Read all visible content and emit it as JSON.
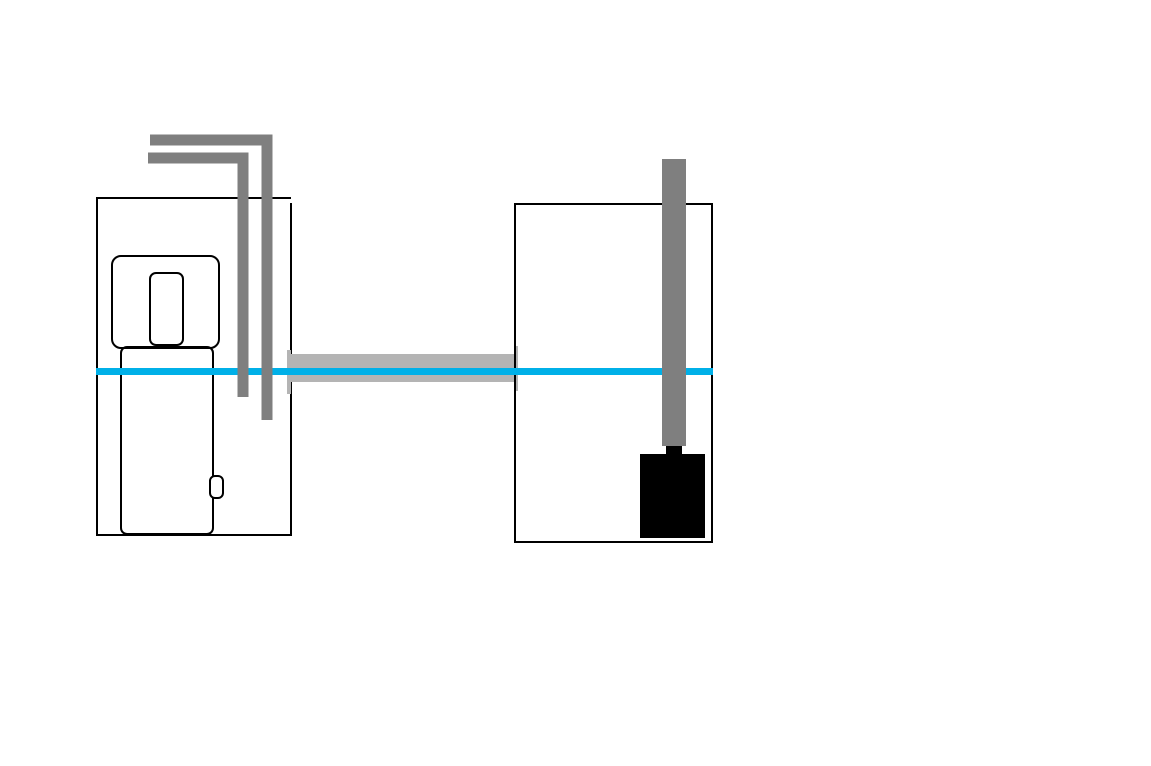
{
  "colors": {
    "background": "#ffffff",
    "outline": "#000000",
    "pipe": "#7f7f7f",
    "connector_pipe": "#b4b4b4",
    "water_line": "#00b0e8",
    "pump": "#000000"
  },
  "components": {
    "left_tank": {
      "label": "",
      "icon": "tank-outline"
    },
    "filter_unit": {
      "label": "",
      "icon": "canister-filter"
    },
    "overflow_pipes": {
      "label": "",
      "icon": "u-tube-pipes"
    },
    "connector_pipe": {
      "label": "",
      "icon": "horizontal-pipe"
    },
    "right_tank": {
      "label": "",
      "icon": "tank-outline"
    },
    "return_pipe": {
      "label": "",
      "icon": "vertical-pipe"
    },
    "pump": {
      "label": "",
      "icon": "submersible-pump"
    },
    "water_level": {
      "label": "",
      "icon": "water-line"
    }
  }
}
